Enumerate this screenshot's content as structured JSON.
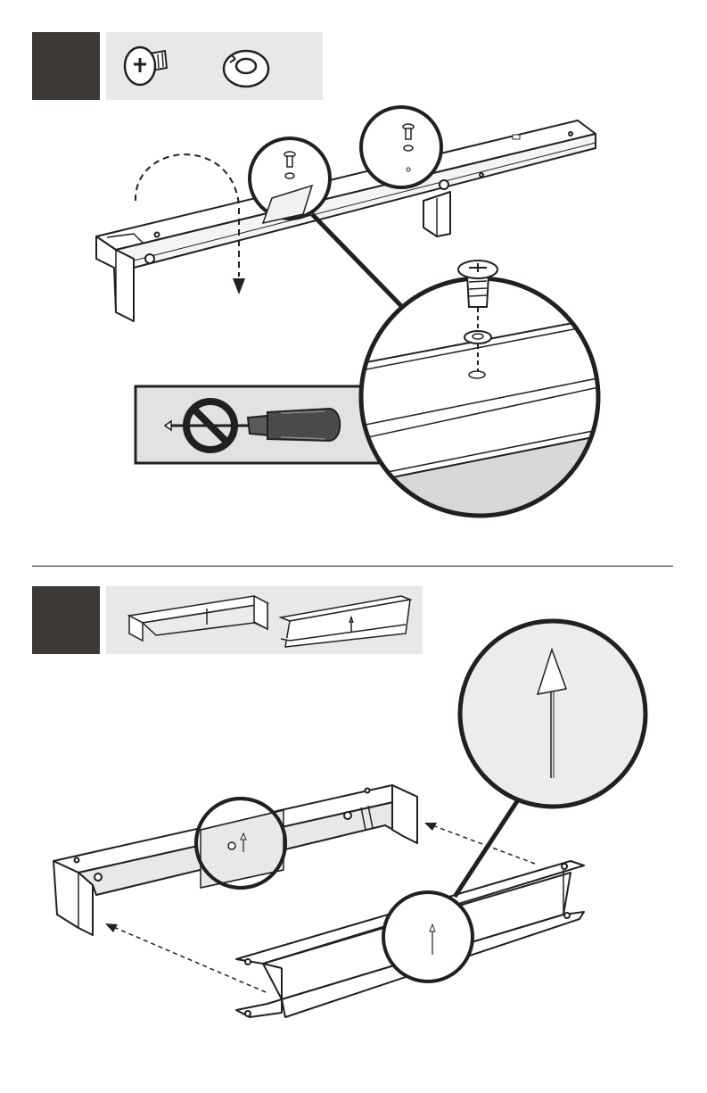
{
  "steps": [
    {
      "number": "",
      "parts": [
        "screw-icon",
        "lock-washer-icon"
      ],
      "callouts": [
        "screw-washer-detail",
        "no-power-screwdriver-warning"
      ]
    },
    {
      "number": "",
      "parts": [
        "front-rail-part",
        "cross-rail-part"
      ],
      "callouts": [
        "arrow-orientation-detail"
      ]
    }
  ],
  "colors": {
    "step_block": "#3d3935",
    "parts_box": "#e8e8e8",
    "line": "#231f20",
    "detail_fill": "#ececec"
  }
}
